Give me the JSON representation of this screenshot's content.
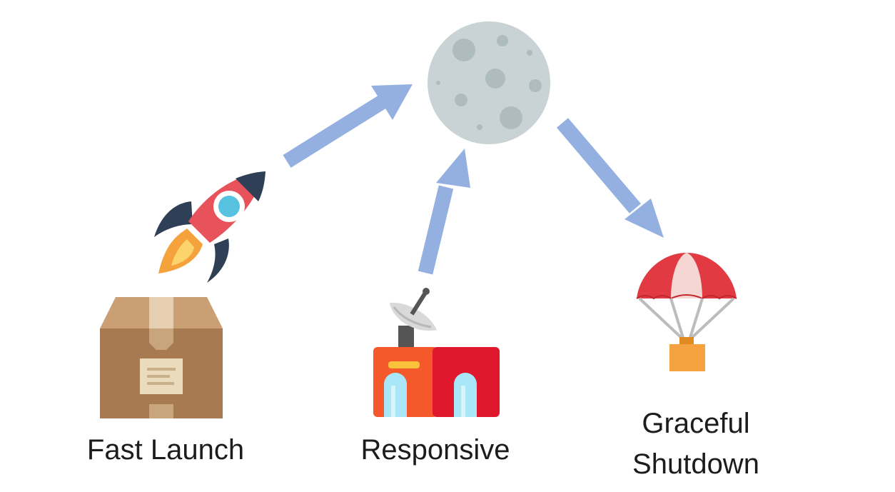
{
  "labels": {
    "fast_launch": "Fast Launch",
    "responsive": "Responsive",
    "graceful_line1": "Graceful",
    "graceful_line2": "Shutdown"
  },
  "icons": {
    "moon": "moon-icon",
    "rocket": "rocket-icon",
    "box": "cardboard-box-icon",
    "station": "satellite-station-icon",
    "parachute": "parachute-icon"
  },
  "colors": {
    "arrow": "#94b0e0",
    "moon": "#c9d2d4",
    "rocket_body": "#e8525a",
    "box": "#a87a52",
    "station_orange": "#f4582b",
    "station_red": "#e0182e",
    "parachute_red": "#e23a43",
    "crate": "#f5a340"
  }
}
